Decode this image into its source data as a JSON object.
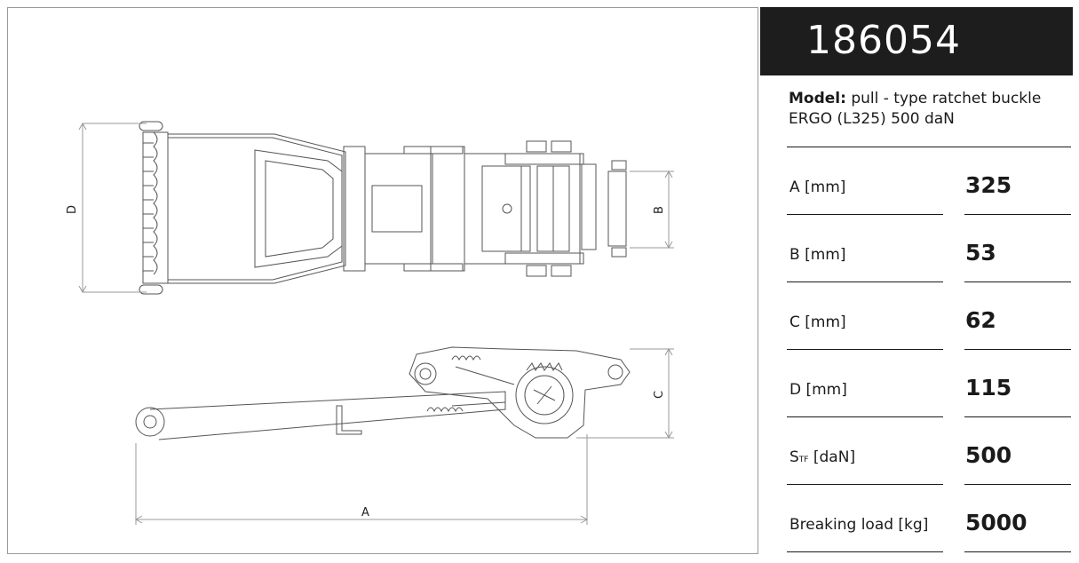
{
  "product": {
    "code": "186054"
  },
  "model": {
    "label": "Model:",
    "text": "pull - type ratchet buckle ERGO (L325) 500 daN"
  },
  "dimension_labels": {
    "a": "A",
    "b": "B",
    "c": "C",
    "d": "D"
  },
  "specs": [
    {
      "label": "A [mm]",
      "value": "325"
    },
    {
      "label": "B [mm]",
      "value": "53"
    },
    {
      "label": "C [mm]",
      "value": "62"
    },
    {
      "label": "D [mm]",
      "value": "115"
    },
    {
      "label_main": "S",
      "label_sub": "TF",
      "label_rest": " [daN]",
      "value": "500"
    },
    {
      "label": "Breaking load [kg]",
      "value": "5000"
    }
  ]
}
